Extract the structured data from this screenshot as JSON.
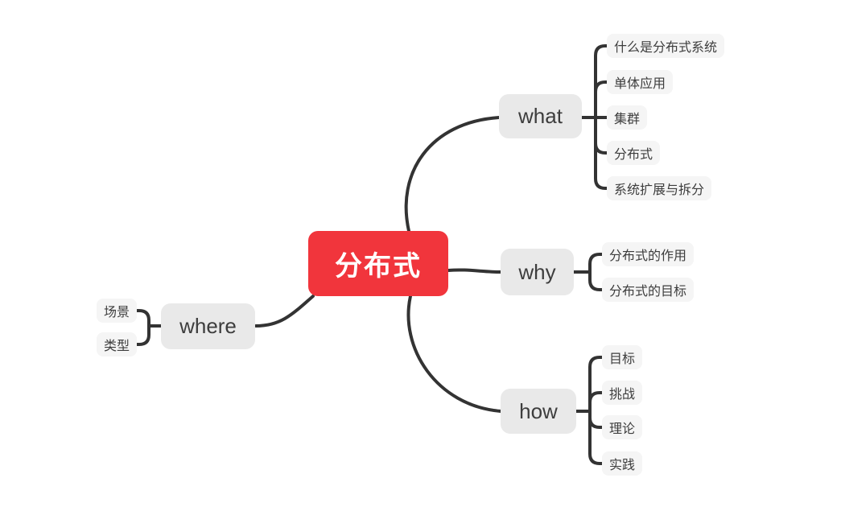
{
  "app": {
    "type": "mindmap",
    "canvas_background": "#ffffff"
  },
  "central": {
    "label": "分布式",
    "background": "#f1353c",
    "text_color": "#ffffff"
  },
  "branches": [
    {
      "label": "what",
      "children": [
        "什么是分布式系统",
        "单体应用",
        "集群",
        "分布式",
        "系统扩展与拆分"
      ]
    },
    {
      "label": "why",
      "children": [
        "分布式的作用",
        "分布式的目标"
      ]
    },
    {
      "label": "how",
      "children": [
        "目标",
        "挑战",
        "理论",
        "实践"
      ]
    },
    {
      "label": "where",
      "children": [
        "场景",
        "类型"
      ]
    }
  ],
  "colors": {
    "branch_background": "#e9e9e9",
    "subtopic_background": "#f5f5f5",
    "node_text": "#3d3d3d",
    "connector_line": "#333333"
  }
}
